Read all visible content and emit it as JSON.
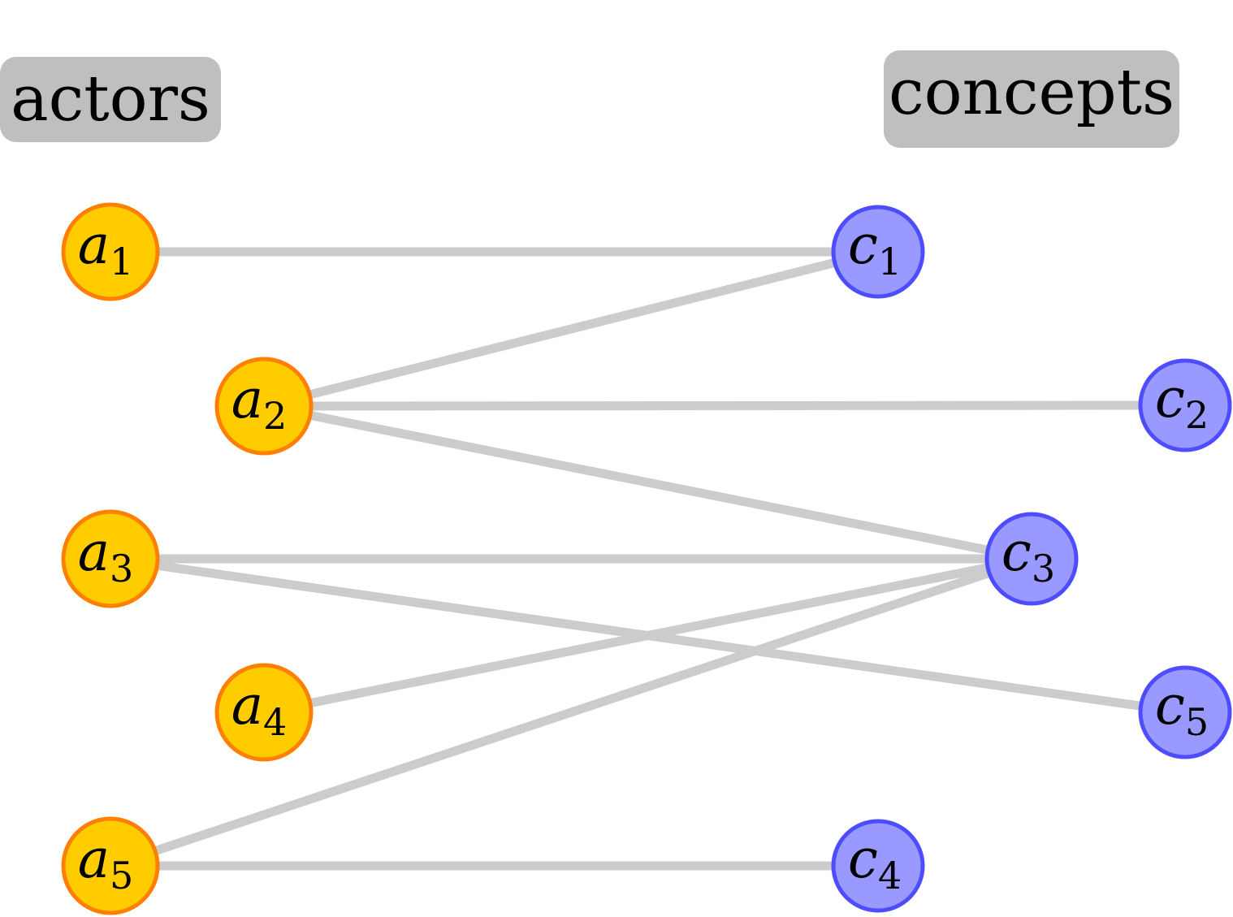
{
  "groups": {
    "actors_label": "actors",
    "concepts_label": "concepts"
  },
  "colors": {
    "actor_fill": "#ffcc00",
    "actor_stroke": "#ff7f00",
    "concept_fill": "#9999ff",
    "concept_stroke": "#4d4dff",
    "edge": "#cccccc",
    "label_box": "#bfbfbf"
  },
  "actors": [
    {
      "id": "a1",
      "letter": "a",
      "sub": "1"
    },
    {
      "id": "a2",
      "letter": "a",
      "sub": "2"
    },
    {
      "id": "a3",
      "letter": "a",
      "sub": "3"
    },
    {
      "id": "a4",
      "letter": "a",
      "sub": "4"
    },
    {
      "id": "a5",
      "letter": "a",
      "sub": "5"
    }
  ],
  "concepts": [
    {
      "id": "c1",
      "letter": "c",
      "sub": "1"
    },
    {
      "id": "c2",
      "letter": "c",
      "sub": "2"
    },
    {
      "id": "c3",
      "letter": "c",
      "sub": "3"
    },
    {
      "id": "c4",
      "letter": "c",
      "sub": "4"
    },
    {
      "id": "c5",
      "letter": "c",
      "sub": "5"
    }
  ],
  "edges": [
    {
      "from": "a1",
      "to": "c1"
    },
    {
      "from": "a2",
      "to": "c1"
    },
    {
      "from": "a2",
      "to": "c2"
    },
    {
      "from": "a2",
      "to": "c3"
    },
    {
      "from": "a3",
      "to": "c3"
    },
    {
      "from": "a3",
      "to": "c5"
    },
    {
      "from": "a4",
      "to": "c3"
    },
    {
      "from": "a5",
      "to": "c3"
    },
    {
      "from": "a5",
      "to": "c4"
    }
  ]
}
